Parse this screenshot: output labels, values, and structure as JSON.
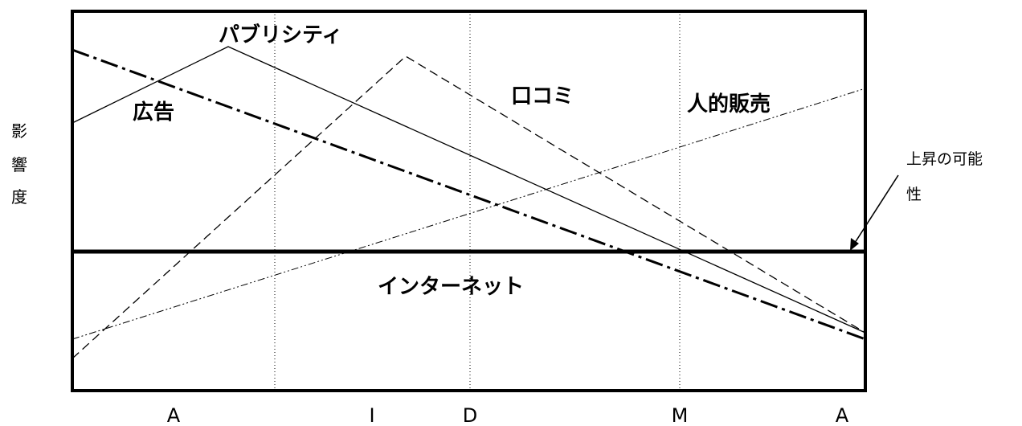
{
  "diagram": {
    "y_axis_label": [
      "影",
      "響",
      "度"
    ],
    "stages": [
      "A",
      "I",
      "D",
      "M",
      "A"
    ],
    "baseline_note": [
      "上昇の可能",
      "性"
    ],
    "series": [
      {
        "id": "publicity",
        "name": "パブリシティ",
        "style": "solid",
        "color": "#000000"
      },
      {
        "id": "advertising",
        "name": "広告",
        "style": "dashdot-thick",
        "color": "#000000"
      },
      {
        "id": "word-of-mouth",
        "name": "口コミ",
        "style": "dashed",
        "color": "#000000"
      },
      {
        "id": "personal-selling",
        "name": "人的販売",
        "style": "dashdotdot-thin",
        "color": "#000000"
      },
      {
        "id": "internet",
        "name": "インターネット",
        "style": "thick-baseline",
        "color": "#000000"
      }
    ]
  }
}
